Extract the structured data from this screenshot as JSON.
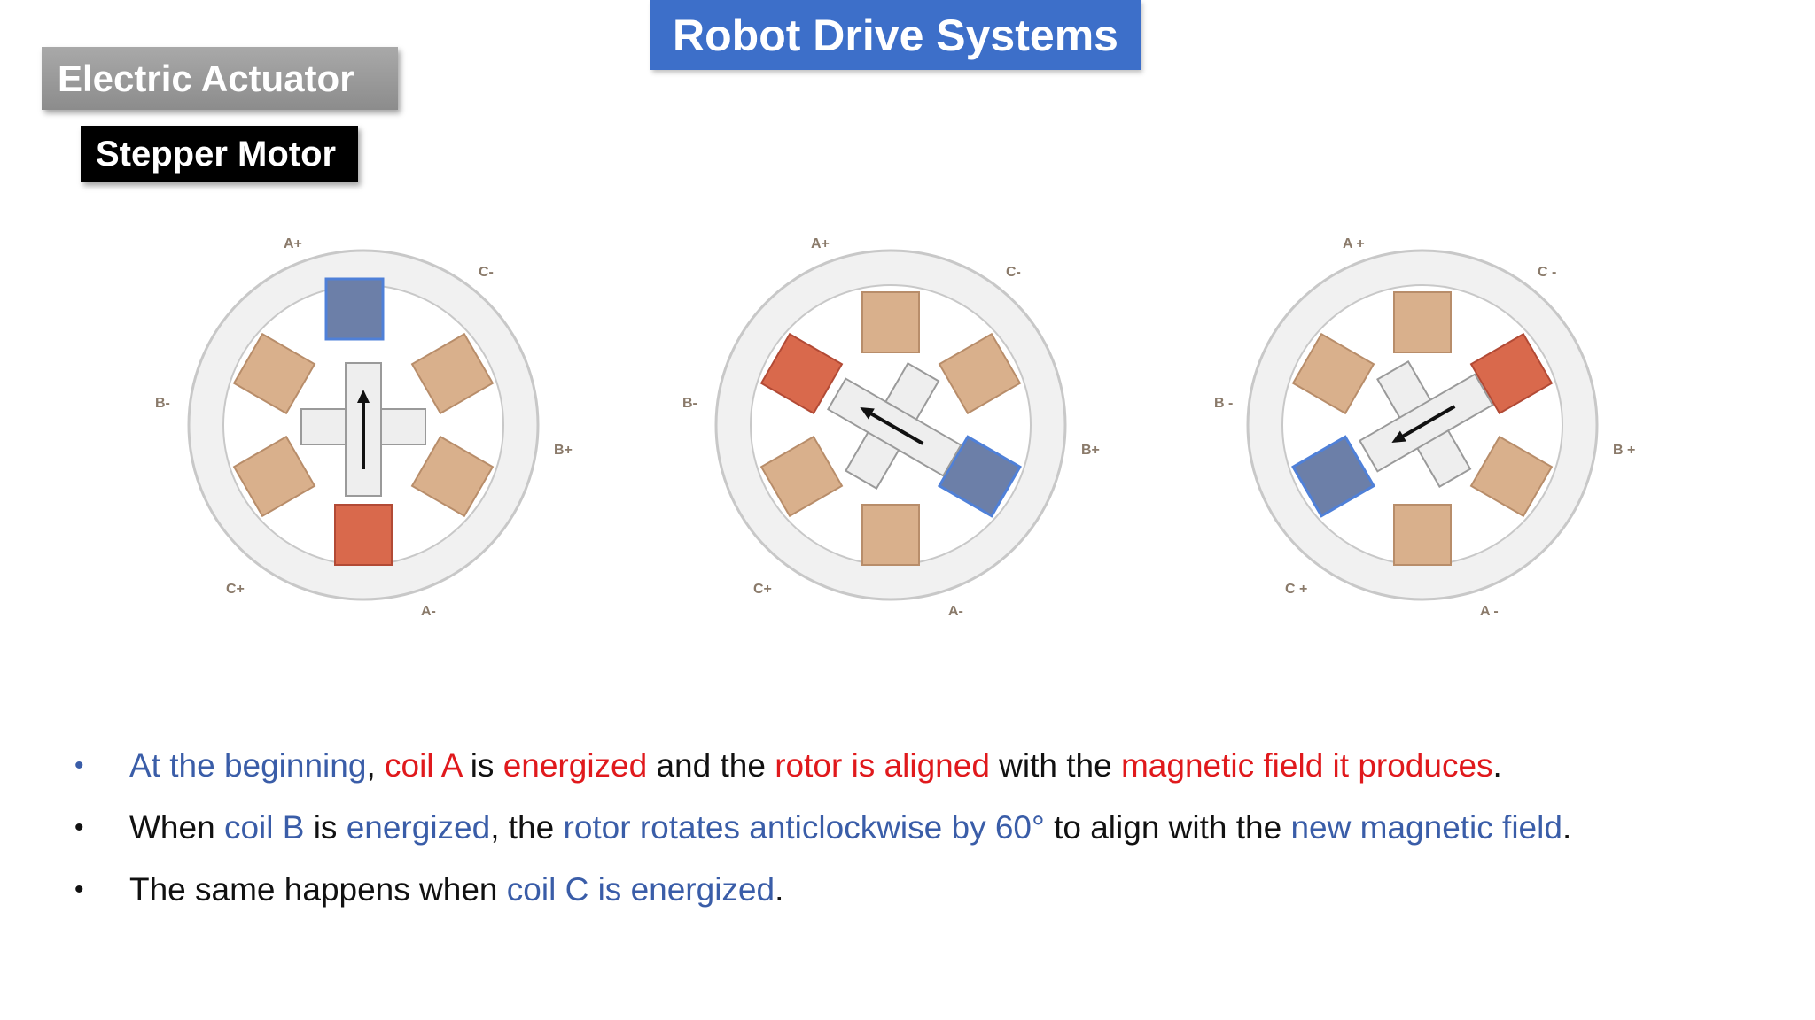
{
  "header": {
    "title": "Robot Drive Systems"
  },
  "section": {
    "label": "Electric Actuator"
  },
  "subsection": {
    "label": "Stepper Motor"
  },
  "diagrams": {
    "d1": {
      "a_plus": "A+",
      "a_minus": "A-",
      "b_plus": "B+",
      "b_minus": "B-",
      "c_plus": "C+",
      "c_minus": "C-"
    },
    "d2": {
      "a_plus": "A+",
      "a_minus": "A-",
      "b_plus": "B+",
      "b_minus": "B-",
      "c_plus": "C+",
      "c_minus": "C-"
    },
    "d3": {
      "a_plus": "A +",
      "a_minus": "A -",
      "b_plus": "B +",
      "b_minus": "B -",
      "c_plus": "C +",
      "c_minus": "C -"
    }
  },
  "bullets": [
    {
      "marker": "•",
      "segments": [
        {
          "text": "At the beginning",
          "color": "blue"
        },
        {
          "text": ", ",
          "color": "black"
        },
        {
          "text": "coil A ",
          "color": "red"
        },
        {
          "text": "is ",
          "color": "black"
        },
        {
          "text": "energized",
          "color": "red"
        },
        {
          "text": " and the ",
          "color": "black"
        },
        {
          "text": "rotor is aligned",
          "color": "red"
        },
        {
          "text": " with the ",
          "color": "black"
        },
        {
          "text": "magnetic field it produces",
          "color": "red"
        },
        {
          "text": ".",
          "color": "black"
        }
      ]
    },
    {
      "marker": "•",
      "segments": [
        {
          "text": "When ",
          "color": "black"
        },
        {
          "text": "coil B",
          "color": "blue"
        },
        {
          "text": " is ",
          "color": "black"
        },
        {
          "text": "energized",
          "color": "blue"
        },
        {
          "text": ", the ",
          "color": "black"
        },
        {
          "text": "rotor rotates anticlockwise by 60°",
          "color": "blue"
        },
        {
          "text": " to align with the ",
          "color": "black"
        },
        {
          "text": "new magnetic field",
          "color": "blue"
        },
        {
          "text": ".",
          "color": "black"
        }
      ]
    },
    {
      "marker": "•",
      "segments": [
        {
          "text": "The same happens when ",
          "color": "black"
        },
        {
          "text": "coil C is energized",
          "color": "blue"
        },
        {
          "text": ".",
          "color": "black"
        }
      ]
    }
  ],
  "colors": {
    "blue": "#3a5da8",
    "red": "#e0191c",
    "title_bg": "#3d6fc9",
    "coil_copper": "#d9b08c",
    "coil_red": "#d9694c",
    "coil_blue": "#6c7fa8"
  }
}
